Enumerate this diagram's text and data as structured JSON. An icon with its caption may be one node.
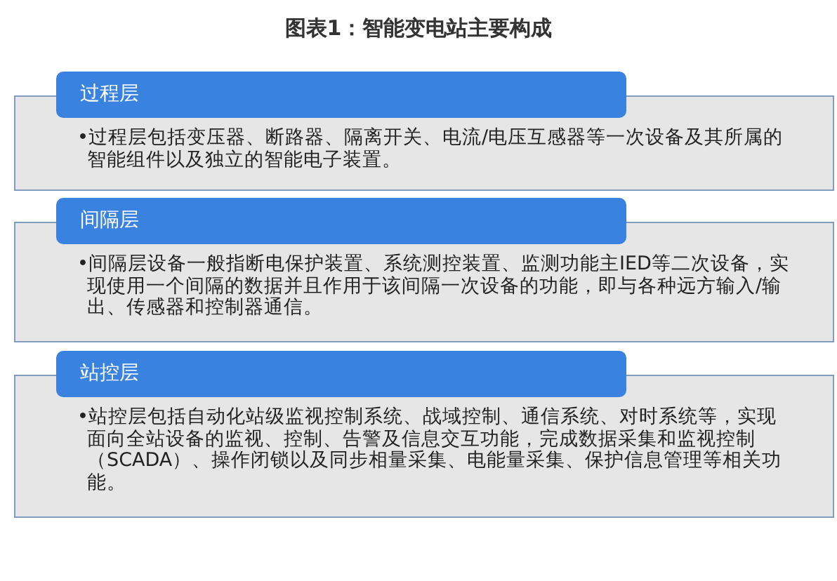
{
  "diagram": {
    "title": "图表1：智能变电站主要构成",
    "nodes": [
      {
        "text": [
          "过程层",
          "•过程层包括变压器、断路器、隔离开关、电流/电压互感器等一次设备及其所属的智能组件以及独立的智能电子装置。"
        ]
      },
      {
        "text": [
          "间隔层",
          "•间隔层设备一般指断电保护装置、系统测控装置、监测功能主IED等二次设备，实现使用一个间隔的数据并且作用于该间隔一次设备的功能，即与各种远方输入/输出、传感器和控制器通信。"
        ]
      },
      {
        "text": [
          "站控层",
          "•站控层包括自动化站级监视控制系统、战域控制、通信系统、对时系统等，实现面向全站设备的监视、控制、告警及信息交互功能，完成数据采集和监视控制（SCADA）、操作闭锁以及同步相量采集、电能量采集、保护信息管理等相关功能。"
        ]
      }
    ]
  }
}
